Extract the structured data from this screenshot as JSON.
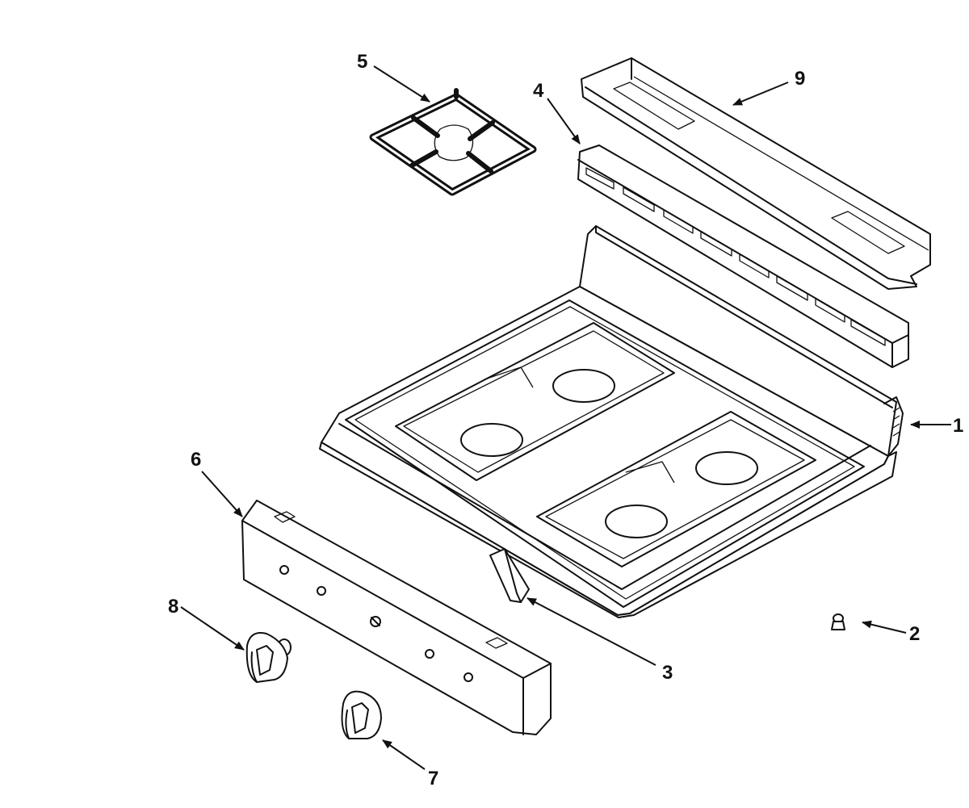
{
  "diagram": {
    "parts": [
      {
        "id": "1",
        "label": "1"
      },
      {
        "id": "2",
        "label": "2"
      },
      {
        "id": "3",
        "label": "3"
      },
      {
        "id": "4",
        "label": "4"
      },
      {
        "id": "5",
        "label": "5"
      },
      {
        "id": "6",
        "label": "6"
      },
      {
        "id": "7",
        "label": "7"
      },
      {
        "id": "8",
        "label": "8"
      },
      {
        "id": "9",
        "label": "9"
      }
    ],
    "colors": {
      "line": "#111111",
      "background": "#ffffff"
    }
  }
}
